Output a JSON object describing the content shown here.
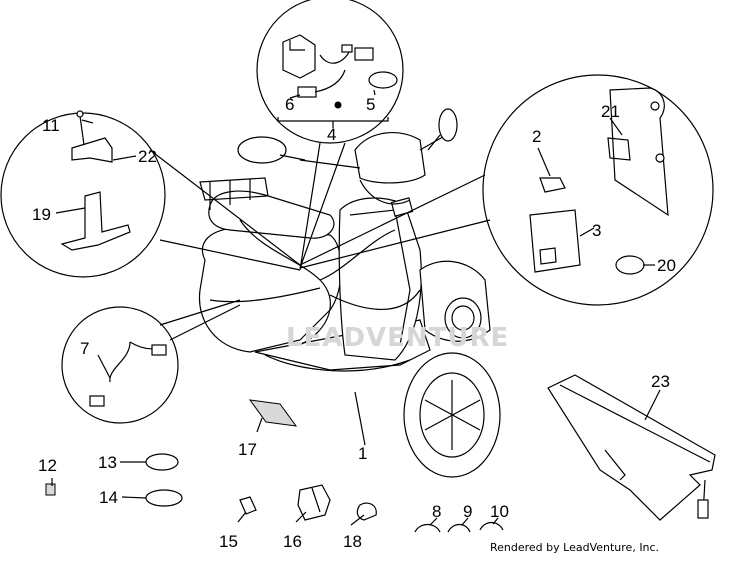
{
  "diagram": {
    "labels": {
      "p1": "1",
      "p2": "2",
      "p3": "3",
      "p4": "4",
      "p5": "5",
      "p6": "6",
      "p7": "7",
      "p8": "8",
      "p9": "9",
      "p10": "10",
      "p11": "11",
      "p12": "12",
      "p13": "13",
      "p14": "14",
      "p15": "15",
      "p16": "16",
      "p17": "17",
      "p18": "18",
      "p19": "19",
      "p20": "20",
      "p21": "21",
      "p22": "22",
      "p23": "23"
    },
    "watermark": "LEADVENTURE",
    "credit": "Rendered by LeadVenture, Inc."
  },
  "colors": {
    "line": "#000000",
    "part_fill": "#d9d9d9",
    "watermark": "#d6d6d6"
  }
}
